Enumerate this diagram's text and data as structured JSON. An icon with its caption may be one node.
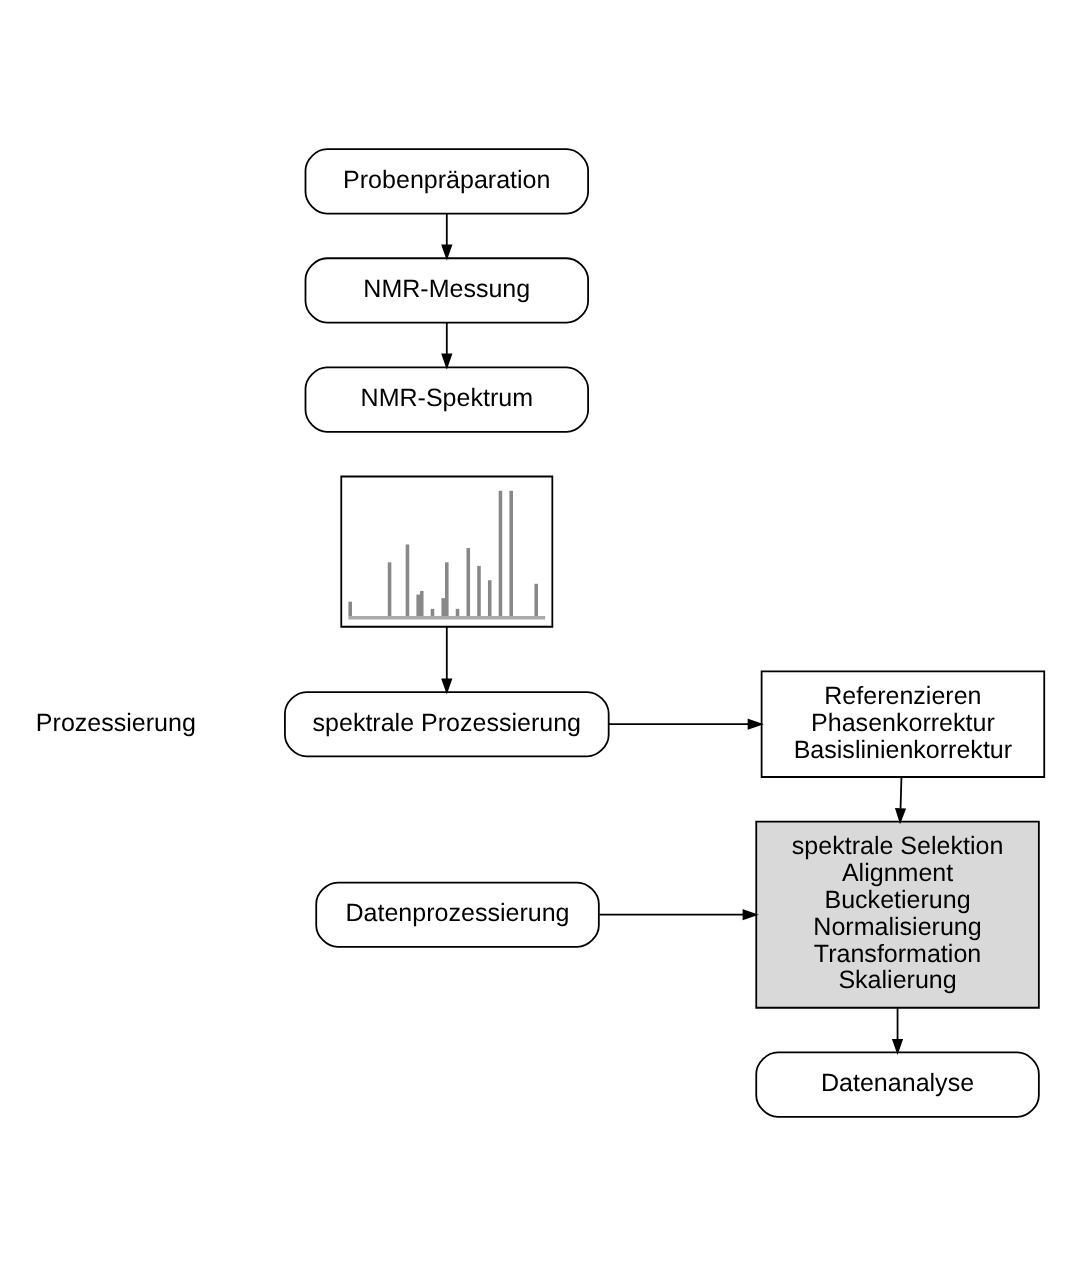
{
  "diagram": {
    "nodes": [
      {
        "text": [
          "Probenpräparation"
        ]
      },
      {
        "text": [
          "NMR-Messung"
        ]
      },
      {
        "text": [
          "NMR-Spektrum"
        ]
      },
      {
        "text": [],
        "shape": "picture"
      },
      {
        "text": [
          "spektrale Prozessierung"
        ]
      },
      {
        "text": [
          "Referenzieren",
          "Phasenkorrektur",
          "Basislinienkorrektur"
        ]
      },
      {
        "text": [
          "Datenprozessierung"
        ]
      },
      {
        "text": [
          "spektrale Selektion",
          "Alignment",
          "Bucketierung",
          "Normalisierung",
          "Transformation",
          "Skalierung"
        ]
      },
      {
        "text": [
          "Datenanalyse"
        ]
      }
    ],
    "edges": [
      {
        "from": 0,
        "to": 1,
        "arrow": "to"
      },
      {
        "from": 1,
        "to": 2,
        "arrow": "to"
      },
      {
        "from": 3,
        "to": 4,
        "arrow": "to"
      },
      {
        "from": 4,
        "to": 5,
        "arrow": "to"
      },
      {
        "from": 5,
        "to": 7,
        "arrow": "to"
      },
      {
        "from": 6,
        "to": 7,
        "arrow": "to"
      },
      {
        "from": 7,
        "to": 8,
        "arrow": "to"
      }
    ],
    "labels": [
      "Prozessierung"
    ]
  }
}
